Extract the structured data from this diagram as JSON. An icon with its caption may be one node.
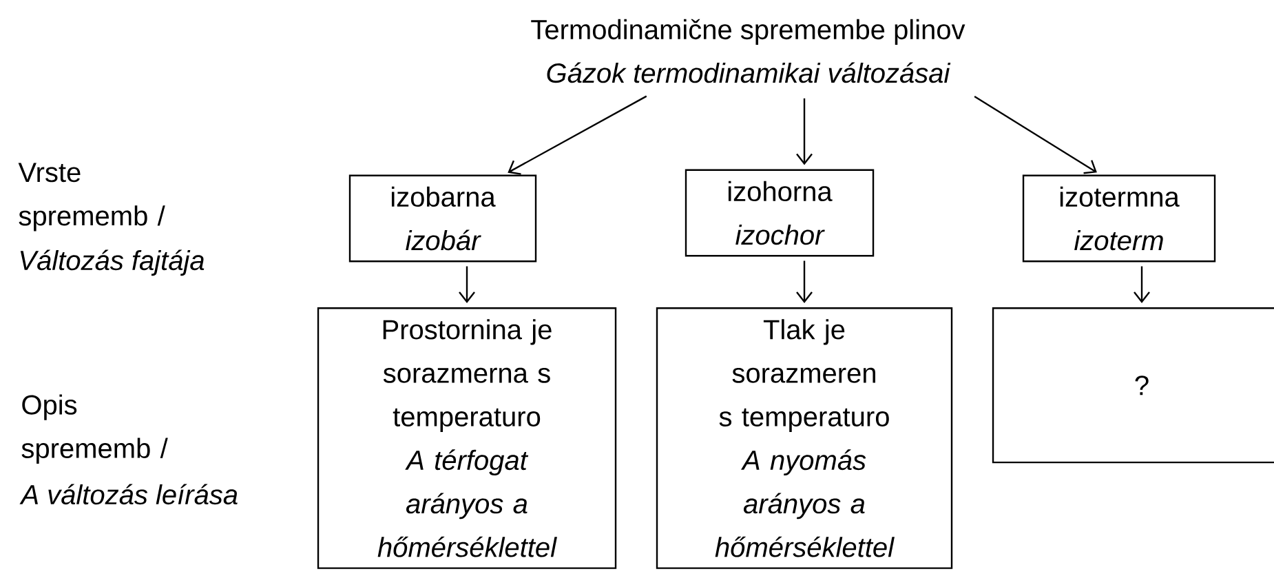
{
  "diagram": {
    "nodes": [
      {
        "text": [
          "Termodinamične spremembe plinov",
          "Gázok termodinamikai változásai"
        ]
      },
      {
        "text": [
          "izobarna",
          "izobár"
        ]
      },
      {
        "text": [
          "izohorna",
          "izochor"
        ]
      },
      {
        "text": [
          "izotermna",
          "izoterm"
        ]
      },
      {
        "text": [
          "Prostornina je sorazmerna s temperaturo",
          "A térfogat arányos a hőmérséklettel"
        ]
      },
      {
        "text": [
          "Tlak je sorazmeren s temperaturo",
          "A nyomás arányos a hőmérséklettel"
        ]
      },
      {
        "text": [
          "?"
        ]
      }
    ],
    "edges": [
      {
        "from": 0,
        "to": 1,
        "arrow": "to"
      },
      {
        "from": 0,
        "to": 2,
        "arrow": "to"
      },
      {
        "from": 0,
        "to": 3,
        "arrow": "to"
      },
      {
        "from": 1,
        "to": 4,
        "arrow": "to"
      },
      {
        "from": 2,
        "to": 5,
        "arrow": "to"
      },
      {
        "from": 3,
        "to": 6,
        "arrow": "to"
      }
    ],
    "labels": [
      "Vrste sprememb /",
      "Változás fajtája",
      "Opis sprememb /",
      "A változás leírása"
    ]
  }
}
